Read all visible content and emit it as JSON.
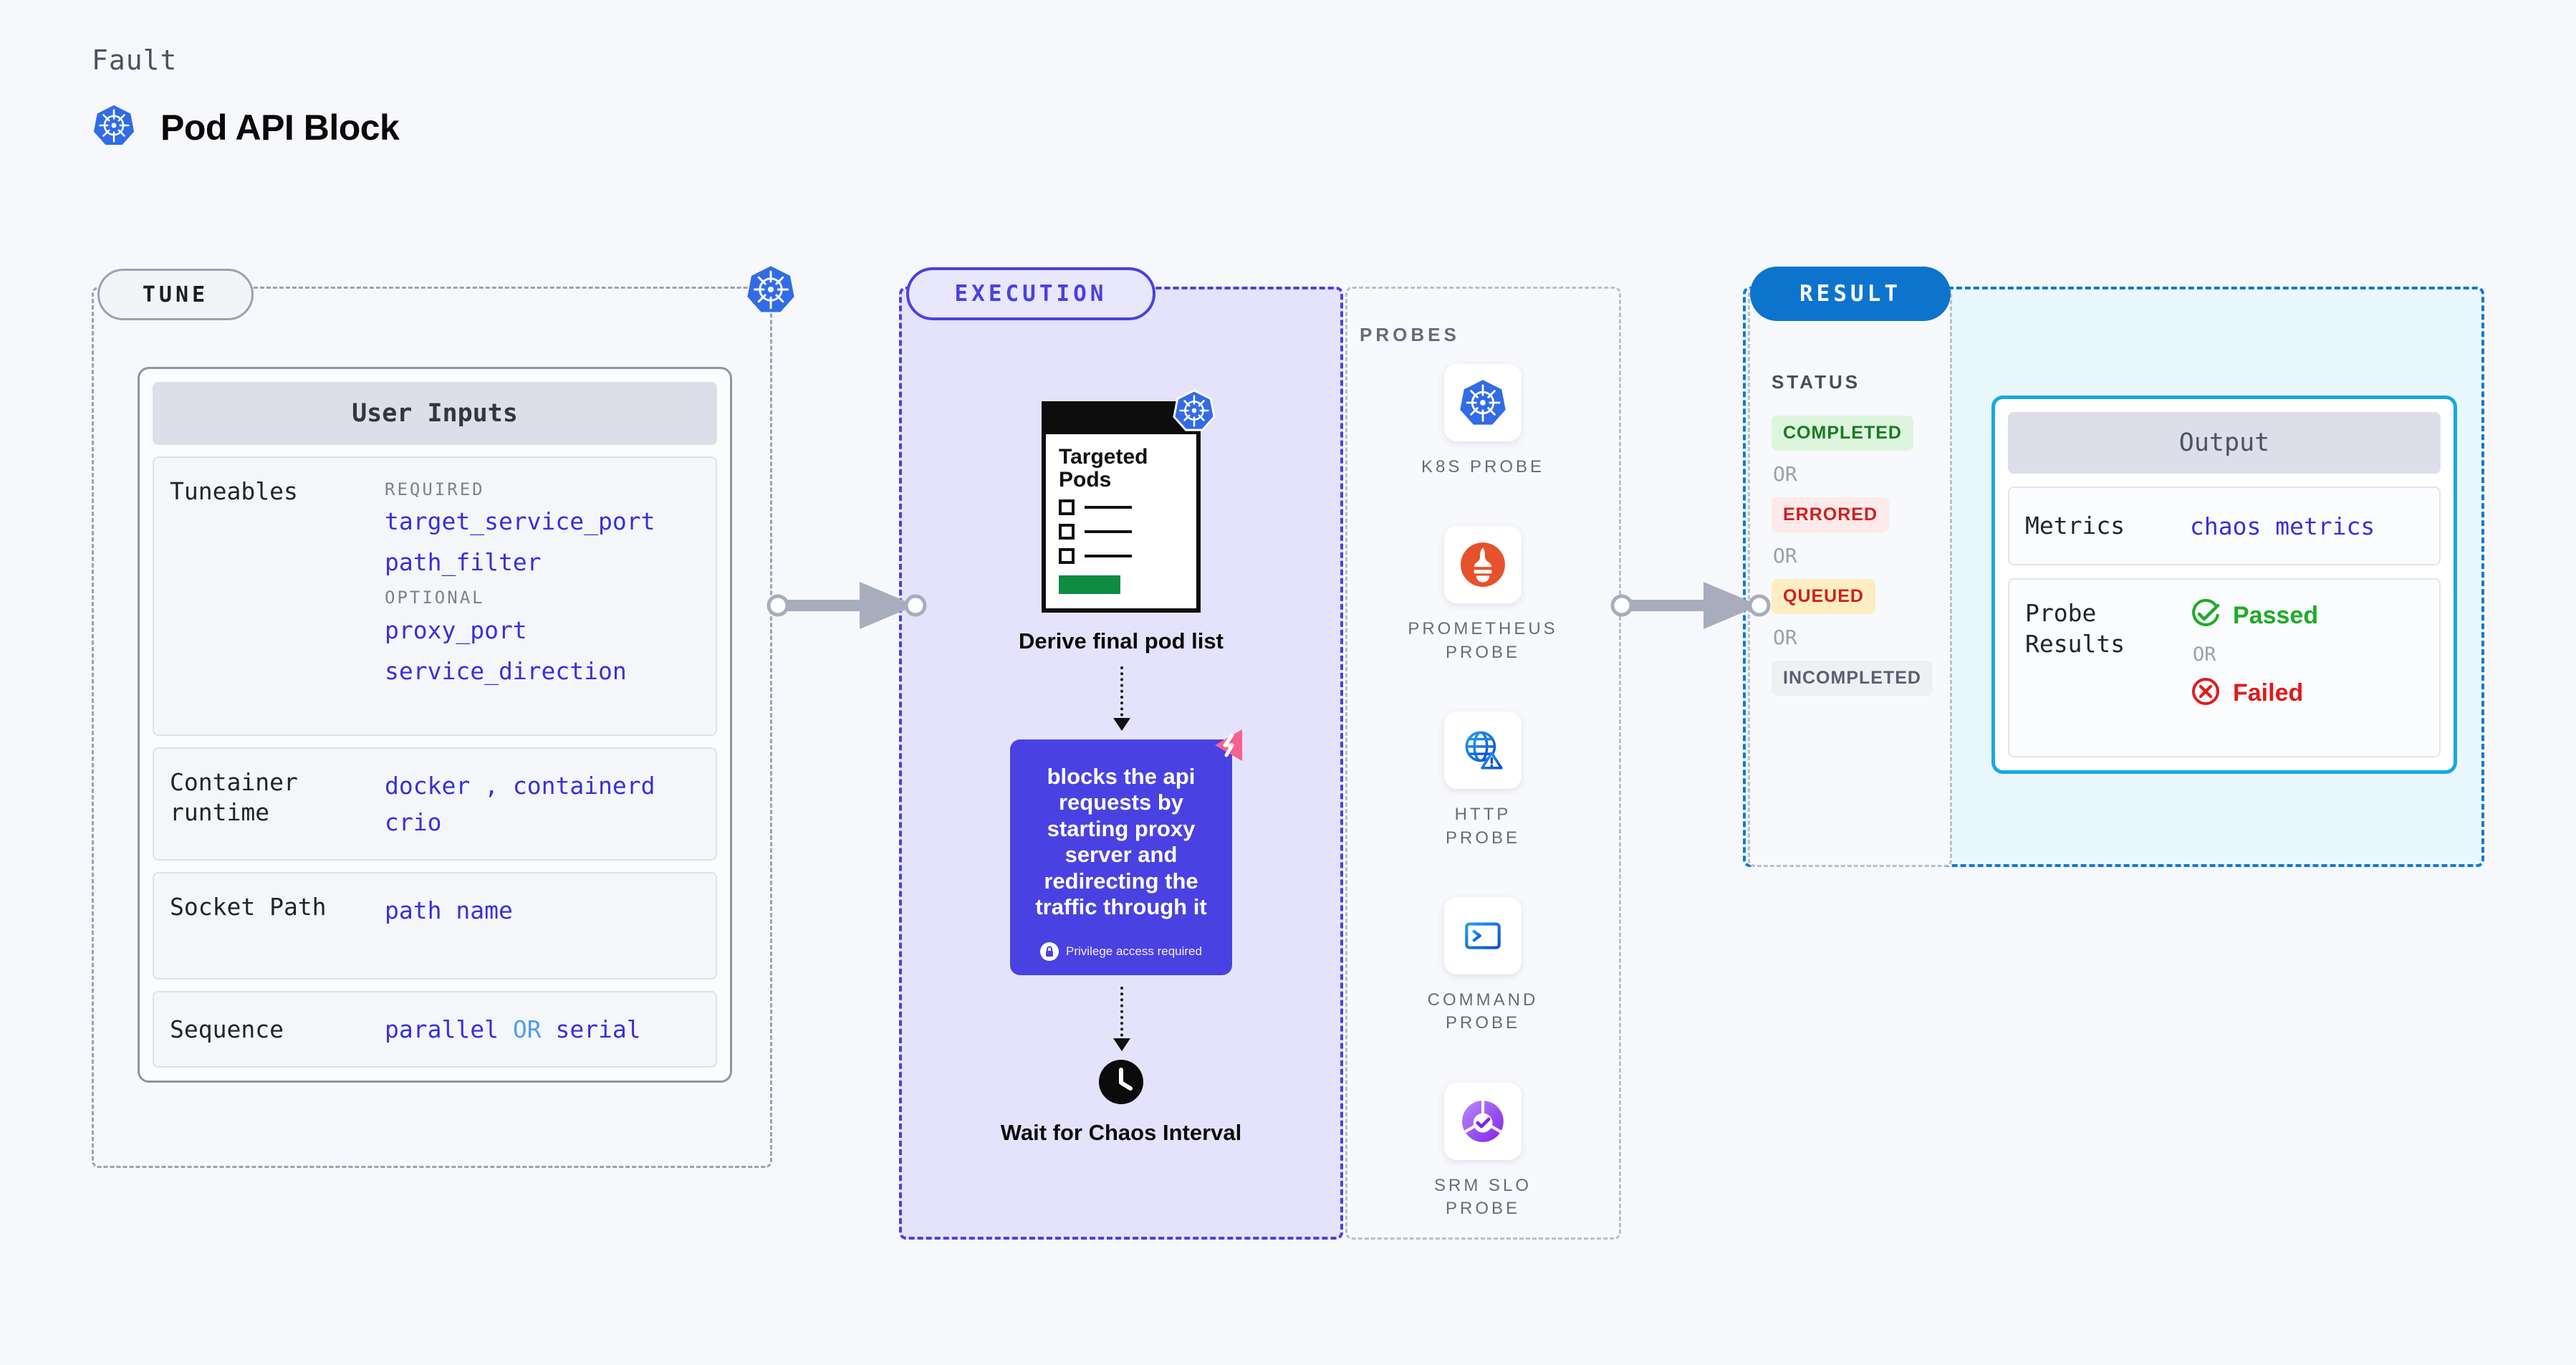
{
  "header": {
    "eyebrow": "Fault",
    "title": "Pod API Block",
    "logo_icon": "kubernetes-icon"
  },
  "tune": {
    "badge": "TUNE",
    "edge_icon": "kubernetes-icon",
    "card_title": "User Inputs",
    "rows": [
      {
        "key": "Tuneables",
        "required_label": "REQUIRED",
        "required": [
          "target_service_port",
          "path_filter"
        ],
        "optional_label": "OPTIONAL",
        "optional": [
          "proxy_port",
          "service_direction"
        ]
      },
      {
        "key": "Container runtime",
        "values": [
          "docker",
          "containerd",
          "crio"
        ],
        "separator": ","
      },
      {
        "key": "Socket Path",
        "value": "path name"
      },
      {
        "key": "Sequence",
        "value_a": "parallel",
        "or": "OR",
        "value_b": "serial"
      }
    ]
  },
  "execution": {
    "badge": "EXECUTION",
    "doc": {
      "title": "Targeted Pods",
      "badge_icon": "kubernetes-icon",
      "checkbox_count": 3
    },
    "step1_caption": "Derive final pod list",
    "action": {
      "text": "blocks the api requests by starting proxy server and redirecting the traffic through it",
      "privilege_note": "Privilege access required",
      "privilege_icon": "lock-icon",
      "ribbon_icon": "harness-ribbon-icon",
      "color": "#4a41e2"
    },
    "wait": {
      "caption": "Wait for Chaos Interval",
      "icon": "clock-icon"
    }
  },
  "probes": {
    "label": "PROBES",
    "items": [
      {
        "label": "K8S PROBE",
        "icon": "kubernetes-icon"
      },
      {
        "label": "PROMETHEUS PROBE",
        "icon": "prometheus-icon"
      },
      {
        "label": "HTTP PROBE",
        "icon": "globe-warning-icon"
      },
      {
        "label": "COMMAND PROBE",
        "icon": "terminal-icon"
      },
      {
        "label": "SRM SLO PROBE",
        "icon": "srm-slo-icon"
      }
    ]
  },
  "result": {
    "badge": "RESULT",
    "status_label": "STATUS",
    "or_text": "OR",
    "statuses": [
      {
        "label": "COMPLETED",
        "color": "#1a7a24",
        "bg": "#ddf5dd"
      },
      {
        "label": "ERRORED",
        "color": "#cf1f1f",
        "bg": "#fdeaea"
      },
      {
        "label": "QUEUED",
        "color": "#cf1f1f",
        "bg": "#fceec2"
      },
      {
        "label": "INCOMPLETED",
        "color": "#5a6070",
        "bg": "#eef0f4"
      }
    ],
    "output": {
      "title": "Output",
      "metrics_key": "Metrics",
      "metrics_value": "chaos metrics",
      "probe_results_key": "Probe Results",
      "passed_label": "Passed",
      "passed_icon": "check-circle-icon",
      "passed_color": "#1faa2a",
      "or_text": "OR",
      "failed_label": "Failed",
      "failed_icon": "x-circle-icon",
      "failed_color": "#e01b1b"
    }
  }
}
